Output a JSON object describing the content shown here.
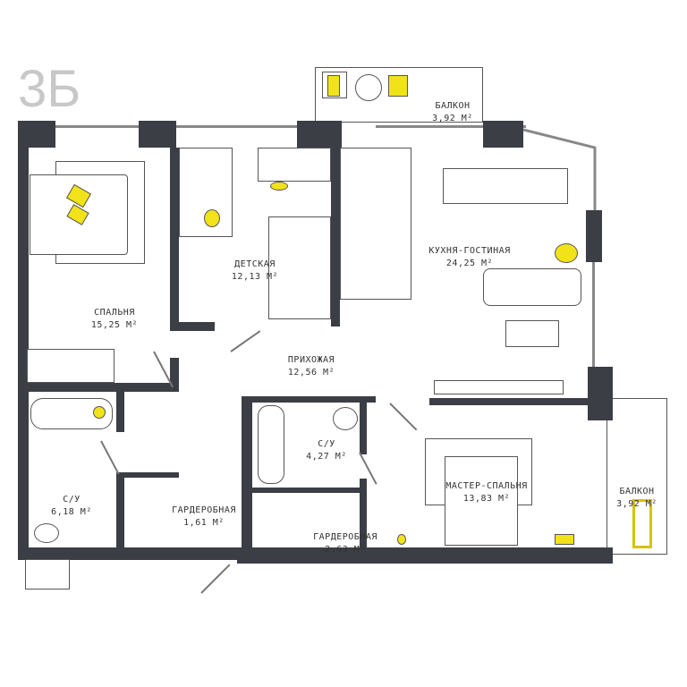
{
  "plan_title": "3Б",
  "rooms": [
    {
      "name": "БАЛКОН",
      "area": "3,92 М²"
    },
    {
      "name": "ДЕТСКАЯ",
      "area": "12,13 М²"
    },
    {
      "name": "КУХНЯ-ГОСТИНАЯ",
      "area": "24,25 М²"
    },
    {
      "name": "СПАЛЬНЯ",
      "area": "15,25 М²"
    },
    {
      "name": "ПРИХОЖАЯ",
      "area": "12,56 М²"
    },
    {
      "name": "С/У",
      "area": "4,27 М²"
    },
    {
      "name": "МАСТЕР-СПАЛЬНЯ",
      "area": "13,83 М²"
    },
    {
      "name": "БАЛКОН",
      "area": "3,92 М²"
    },
    {
      "name": "С/У",
      "area": "6,18 М²"
    },
    {
      "name": "ГАРДЕРОБНАЯ",
      "area": "1,61 М²"
    },
    {
      "name": "ГАРДЕРОБНАЯ",
      "area": "2,63 М²"
    }
  ],
  "colors": {
    "wall": "#3b3e44",
    "accent": "#f2e21a",
    "title": "#c8c8c8"
  }
}
